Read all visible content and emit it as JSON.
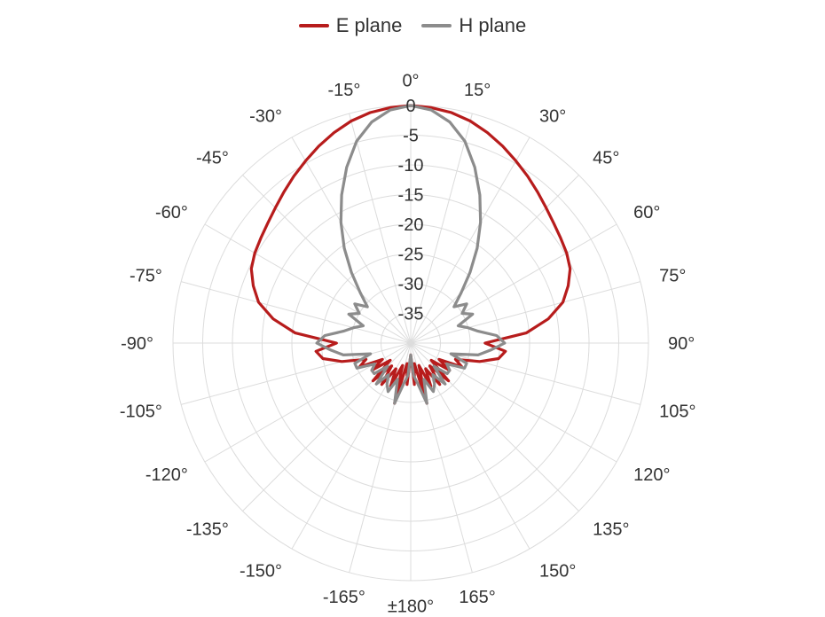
{
  "chart_data": {
    "type": "polar-line",
    "title": "",
    "legend_position": "top-center",
    "angle_unit": "deg",
    "angle_direction": "clockwise",
    "angle_zero": "top",
    "angular_ticks": [
      0,
      15,
      30,
      45,
      60,
      75,
      90,
      105,
      120,
      135,
      150,
      165,
      180,
      -165,
      -150,
      -135,
      -120,
      -105,
      -90,
      -75,
      -60,
      -45,
      -30,
      -15
    ],
    "angular_tick_labels": [
      "0°",
      "15°",
      "30°",
      "45°",
      "60°",
      "75°",
      "90°",
      "105°",
      "120°",
      "135°",
      "150°",
      "165°",
      "±180°",
      "-165°",
      "-150°",
      "-135°",
      "-120°",
      "-105°",
      "-90°",
      "-75°",
      "-60°",
      "-45°",
      "-30°",
      "-15°"
    ],
    "radial_range": [
      -40,
      0
    ],
    "radial_ticks": [
      0,
      -5,
      -10,
      -15,
      -20,
      -25,
      -30,
      -35
    ],
    "radial_tick_labels": [
      "0",
      "-5",
      "-10",
      "-15",
      "-20",
      "-25",
      "-30",
      "-35"
    ],
    "grid": true,
    "series": [
      {
        "name": "E plane",
        "color": "#b71c1c",
        "theta": [
          0,
          5,
          10,
          15,
          20,
          25,
          30,
          35,
          40,
          45,
          50,
          55,
          60,
          65,
          70,
          75,
          80,
          85,
          90,
          95,
          100,
          105,
          110,
          115,
          120,
          125,
          130,
          135,
          140,
          145,
          150,
          155,
          160,
          165,
          170,
          175,
          180,
          185,
          190,
          195,
          200,
          205,
          210,
          215,
          220,
          225,
          230,
          235,
          240,
          245,
          250,
          255,
          260,
          265,
          270,
          275,
          280,
          285,
          290,
          295,
          300,
          305,
          310,
          315,
          320,
          325,
          330,
          335,
          340,
          345,
          350,
          355
        ],
        "r": [
          0,
          -0.2,
          -0.6,
          -1.3,
          -2.3,
          -3.4,
          -4.6,
          -5.7,
          -6.8,
          -7.8,
          -8.6,
          -9.2,
          -9.7,
          -10.4,
          -11.8,
          -13.5,
          -16.5,
          -20.5,
          -27.5,
          -24,
          -25,
          -28,
          -32,
          -30.5,
          -34.5,
          -32,
          -35.5,
          -31,
          -35,
          -31.5,
          -35,
          -32,
          -36,
          -29.5,
          -36.5,
          -33,
          -38,
          -33,
          -36.5,
          -29.5,
          -36,
          -32,
          -35,
          -31.5,
          -35,
          -31,
          -35.5,
          -32,
          -34.5,
          -30.5,
          -32,
          -28,
          -25,
          -24,
          -27.5,
          -20.5,
          -16.5,
          -13.5,
          -11.8,
          -10.4,
          -9.7,
          -9.2,
          -8.6,
          -7.8,
          -6.8,
          -5.7,
          -4.6,
          -3.4,
          -2.3,
          -1.3,
          -0.6,
          -0.2
        ]
      },
      {
        "name": "H plane",
        "color": "#8c8c8c",
        "theta": [
          0,
          5,
          10,
          15,
          20,
          25,
          30,
          35,
          40,
          45,
          50,
          55,
          60,
          65,
          70,
          75,
          80,
          85,
          90,
          95,
          100,
          105,
          110,
          115,
          120,
          125,
          130,
          135,
          140,
          145,
          150,
          155,
          160,
          165,
          170,
          175,
          180,
          185,
          190,
          195,
          200,
          205,
          210,
          215,
          220,
          225,
          230,
          235,
          240,
          245,
          250,
          255,
          260,
          265,
          270,
          275,
          280,
          285,
          290,
          295,
          300,
          305,
          310,
          315,
          320,
          325,
          330,
          335,
          340,
          345,
          350,
          355
        ],
        "r": [
          0,
          -0.6,
          -2.2,
          -4.8,
          -8.5,
          -12.5,
          -16.5,
          -20.5,
          -24.5,
          -28,
          -30.5,
          -28.5,
          -30,
          -28.5,
          -31.5,
          -30,
          -28.5,
          -25.5,
          -24.2,
          -26.5,
          -28.5,
          -33,
          -30,
          -30,
          -33,
          -32,
          -32,
          -34.5,
          -31,
          -33.5,
          -32,
          -31,
          -33.5,
          -29.5,
          -33,
          -34.5,
          -38,
          -34.5,
          -33,
          -29.5,
          -33.5,
          -31,
          -32,
          -33.5,
          -31,
          -34.5,
          -32,
          -32,
          -33,
          -30,
          -30,
          -33,
          -28.5,
          -26.5,
          -24.2,
          -25.5,
          -28.5,
          -30,
          -31.5,
          -28.5,
          -30,
          -28.5,
          -30.5,
          -28,
          -24.5,
          -20.5,
          -16.5,
          -12.5,
          -8.5,
          -4.8,
          -2.2,
          -0.6
        ]
      }
    ]
  }
}
